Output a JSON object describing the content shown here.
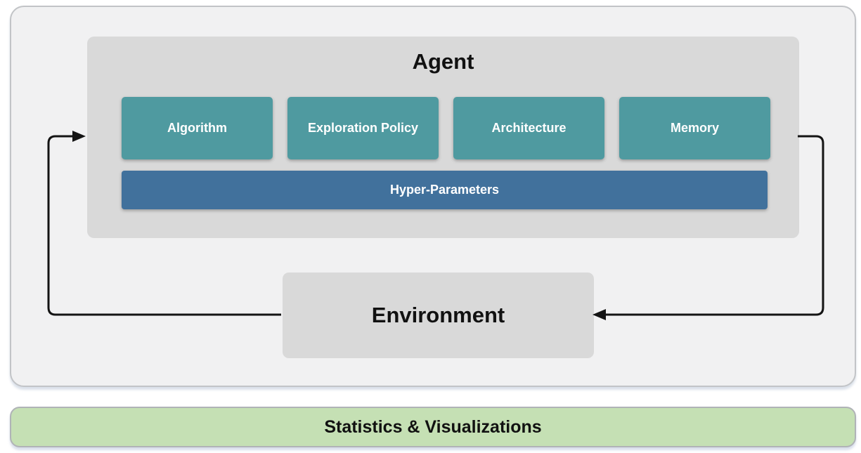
{
  "agent": {
    "title": "Agent",
    "modules": [
      {
        "label": "Algorithm"
      },
      {
        "label": "Exploration Policy"
      },
      {
        "label": "Architecture"
      },
      {
        "label": "Memory"
      }
    ],
    "hyper_parameters": "Hyper-Parameters"
  },
  "environment": {
    "title": "Environment"
  },
  "stats_bar": {
    "label": "Statistics & Visualizations"
  },
  "arrows": [
    {
      "name": "environment-to-agent",
      "description": "loop from environment left side up into agent left edge"
    },
    {
      "name": "agent-to-environment",
      "description": "loop from agent right edge down into environment right side"
    }
  ],
  "colors": {
    "module_teal": "#4F9AA0",
    "hyper_blue": "#41719C",
    "stats_green": "#C5E0B4",
    "panel_gray": "#F1F1F2",
    "box_gray": "#D9D9D9",
    "arrow_black": "#141414"
  }
}
